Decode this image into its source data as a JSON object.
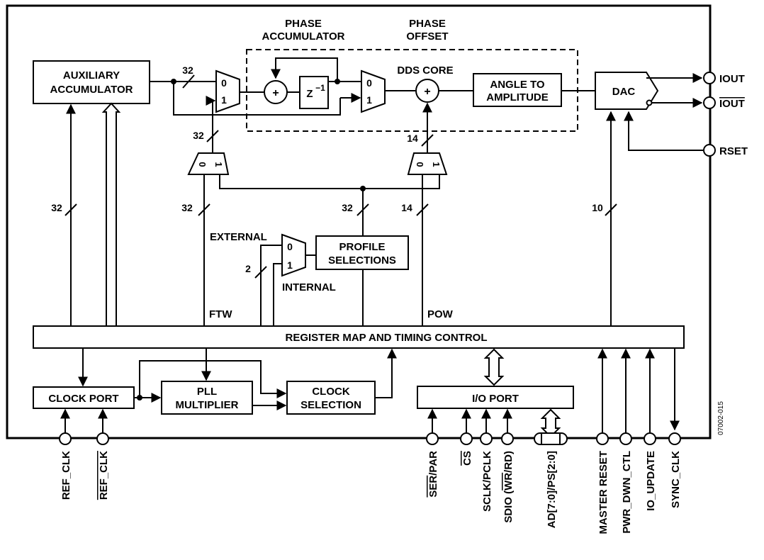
{
  "blocks": {
    "aux_accumulator": [
      "AUXILIARY",
      "ACCUMULATOR"
    ],
    "phase_accumulator_title": [
      "PHASE",
      "ACCUMULATOR"
    ],
    "phase_offset_title": [
      "PHASE",
      "OFFSET"
    ],
    "dds_core": "DDS CORE",
    "angle_to_amplitude": [
      "ANGLE TO",
      "AMPLITUDE"
    ],
    "dac": "DAC",
    "z_inverse": "Z",
    "z_inverse_exp": "−1",
    "profile_selections": [
      "PROFILE",
      "SELECTIONS"
    ],
    "register_map": "REGISTER MAP AND TIMING CONTROL",
    "clock_port": "CLOCK PORT",
    "pll_multiplier": [
      "PLL",
      "MULTIPLIER"
    ],
    "clock_selection": [
      "CLOCK",
      "SELECTION"
    ],
    "io_port": "I/O PORT"
  },
  "mux_labels": {
    "zero": "0",
    "one": "1"
  },
  "adder_symbol": "+",
  "signal_labels": {
    "external": "EXTERNAL",
    "internal": "INTERNAL",
    "ftw": "FTW",
    "pow": "POW"
  },
  "bus_widths": {
    "aux_out": "32",
    "mux_in": "32",
    "pow_to_adder": "14",
    "aux_in": "32",
    "ftw_bus": "32",
    "profile_bus": "32",
    "pow_bus": "14",
    "dac_bus": "10",
    "external_sel": "2"
  },
  "right_pins": [
    "IOUT",
    "IOUT",
    "RSET"
  ],
  "bottom_pins": {
    "ref_clk": "REF_CLK",
    "ref_clk_n": "REF_CLK",
    "ser_par_a": "SER",
    "ser_par_b": "/PAR",
    "cs": "CS",
    "sclk": "SCLK/PCLK",
    "sdio_a": "SDIO (",
    "sdio_b": "WR",
    "sdio_c": "/RD)",
    "ad_bus": "AD[7:0]/PS[2:0]",
    "master_reset": "MASTER RESET",
    "pwr_dwn": "PWR_DWN_CTL",
    "io_update": "IO_UPDATE",
    "sync_clk": "SYNC_CLK"
  },
  "figure_id": "07002-015"
}
